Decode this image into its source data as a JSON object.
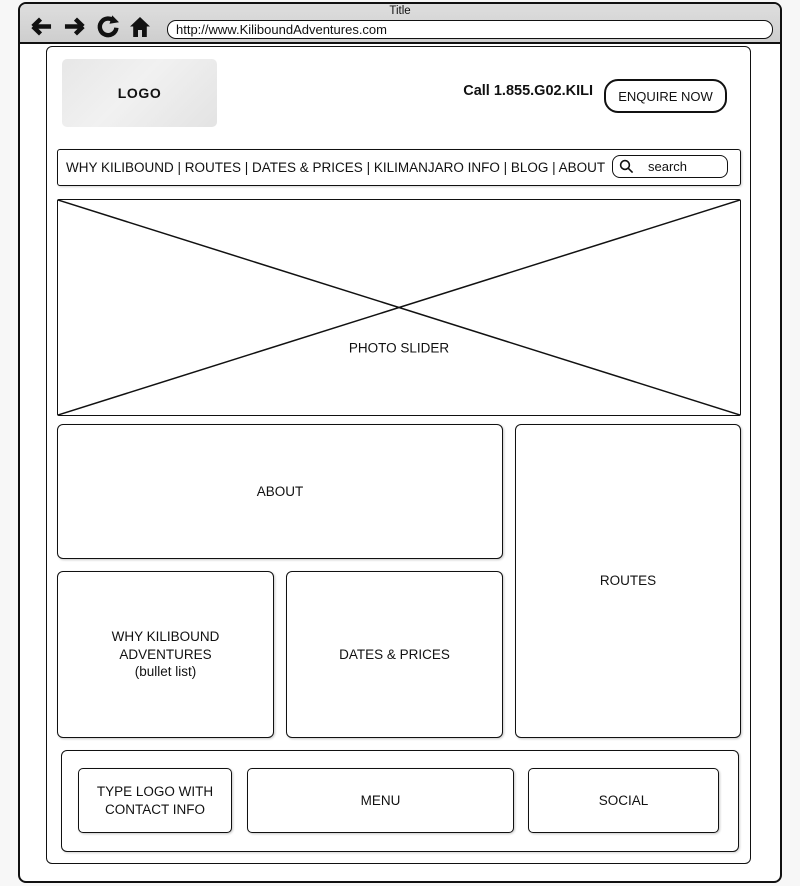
{
  "browser": {
    "window_title": "Title",
    "url": "http://www.KiliboundAdventures.com"
  },
  "header": {
    "logo_text": "LOGO",
    "phone_text": "Call 1.855.G02.KILI",
    "enquire_button_label": "ENQUIRE NOW"
  },
  "nav": {
    "menu_text": "WHY KILIBOUND | ROUTES | DATES & PRICES | KILIMANJARO INFO | BLOG | ABOUT",
    "items": [
      "WHY KILIBOUND",
      "ROUTES",
      "DATES & PRICES",
      "KILIMANJARO INFO",
      "BLOG",
      "ABOUT"
    ],
    "search_placeholder": "search"
  },
  "main": {
    "photo_slider_label": "PHOTO SLIDER",
    "about_label": "ABOUT",
    "routes_label": "ROUTES",
    "why_line1": "WHY KILIBOUND",
    "why_line2": "ADVENTURES",
    "why_line3": "(bullet list)",
    "dates_label": "DATES & PRICES"
  },
  "footer": {
    "logo_contact_line1": "TYPE LOGO WITH",
    "logo_contact_line2": "CONTACT INFO",
    "menu_label": "MENU",
    "social_label": "SOCIAL"
  },
  "colors": {
    "page_background": "#f7f7f7",
    "chrome_gray": "#d6d6d6",
    "border": "#111111",
    "logo_placeholder_gray": "#e9e9e9"
  }
}
